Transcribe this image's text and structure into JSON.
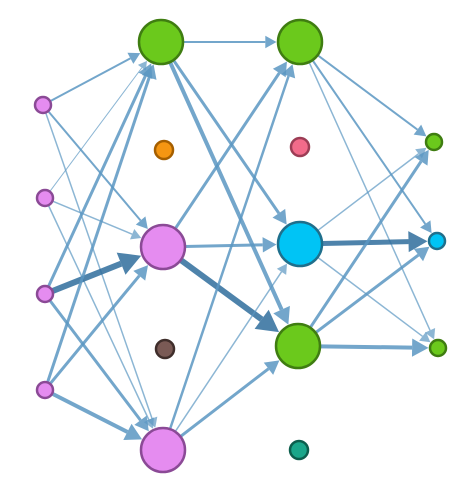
{
  "diagram": {
    "type": "network-graph",
    "edge_color": "#5b97c2",
    "edge_color_dark": "#2f6d9c",
    "nodes": [
      {
        "id": "i1",
        "size": "small",
        "fill": "#e58cf0",
        "stroke": "#8b4a96"
      },
      {
        "id": "i2",
        "size": "small",
        "fill": "#e58cf0",
        "stroke": "#8b4a96"
      },
      {
        "id": "i3",
        "size": "small",
        "fill": "#e58cf0",
        "stroke": "#8b4a96"
      },
      {
        "id": "i4",
        "size": "small",
        "fill": "#e58cf0",
        "stroke": "#8b4a96"
      },
      {
        "id": "h1a",
        "size": "large",
        "fill": "#6bc91c",
        "stroke": "#3f7d11"
      },
      {
        "id": "h1b",
        "size": "large",
        "fill": "#e58cf0",
        "stroke": "#8b4a96"
      },
      {
        "id": "h1c",
        "size": "large",
        "fill": "#e58cf0",
        "stroke": "#8b4a96"
      },
      {
        "id": "h2a",
        "size": "large",
        "fill": "#6bc91c",
        "stroke": "#3f7d11"
      },
      {
        "id": "h2b",
        "size": "large",
        "fill": "#00c4f5",
        "stroke": "#1f6f8c"
      },
      {
        "id": "h2c",
        "size": "large",
        "fill": "#6bc91c",
        "stroke": "#3f7d11"
      },
      {
        "id": "o1",
        "size": "small",
        "fill": "#6bc91c",
        "stroke": "#3f7d11"
      },
      {
        "id": "o2",
        "size": "small",
        "fill": "#00c4f5",
        "stroke": "#1f6f8c"
      },
      {
        "id": "o3",
        "size": "small",
        "fill": "#6bc91c",
        "stroke": "#3f7d11"
      },
      {
        "id": "u1",
        "size": "medium",
        "fill": "#f59612",
        "stroke": "#a55f00"
      },
      {
        "id": "u2",
        "size": "medium",
        "fill": "#f26b8a",
        "stroke": "#9c3d55"
      },
      {
        "id": "u3",
        "size": "medium",
        "fill": "#7a5a55",
        "stroke": "#3f2e2b"
      },
      {
        "id": "u4",
        "size": "medium",
        "fill": "#1aa68a",
        "stroke": "#0c5e4d"
      }
    ],
    "edges": [
      {
        "from": "i1",
        "to": "h1a",
        "weight": 2
      },
      {
        "from": "i1",
        "to": "h1b",
        "weight": 2
      },
      {
        "from": "i1",
        "to": "h1c",
        "weight": 1.5
      },
      {
        "from": "i2",
        "to": "h1a",
        "weight": 1
      },
      {
        "from": "i2",
        "to": "h1b",
        "weight": 1.5
      },
      {
        "from": "i2",
        "to": "h1c",
        "weight": 1.5
      },
      {
        "from": "i3",
        "to": "h1a",
        "weight": 3
      },
      {
        "from": "i3",
        "to": "h1b",
        "weight": 6,
        "dark": true
      },
      {
        "from": "i3",
        "to": "h1c",
        "weight": 3
      },
      {
        "from": "i4",
        "to": "h1a",
        "weight": 3
      },
      {
        "from": "i4",
        "to": "h1b",
        "weight": 3
      },
      {
        "from": "i4",
        "to": "h1c",
        "weight": 4
      },
      {
        "from": "h1a",
        "to": "h2a",
        "weight": 2
      },
      {
        "from": "h1a",
        "to": "h2b",
        "weight": 3
      },
      {
        "from": "h1a",
        "to": "h2c",
        "weight": 4
      },
      {
        "from": "h1b",
        "to": "h2a",
        "weight": 3
      },
      {
        "from": "h1b",
        "to": "h2b",
        "weight": 3
      },
      {
        "from": "h1b",
        "to": "h2c",
        "weight": 6,
        "dark": true
      },
      {
        "from": "h1c",
        "to": "h2a",
        "weight": 2.5
      },
      {
        "from": "h1c",
        "to": "h2b",
        "weight": 1.5
      },
      {
        "from": "h1c",
        "to": "h2c",
        "weight": 3
      },
      {
        "from": "h2a",
        "to": "o1",
        "weight": 2
      },
      {
        "from": "h2a",
        "to": "o2",
        "weight": 2
      },
      {
        "from": "h2a",
        "to": "o3",
        "weight": 1.5
      },
      {
        "from": "h2b",
        "to": "o1",
        "weight": 1.5
      },
      {
        "from": "h2b",
        "to": "o2",
        "weight": 5,
        "dark": true
      },
      {
        "from": "h2b",
        "to": "o3",
        "weight": 1.5
      },
      {
        "from": "h2c",
        "to": "o1",
        "weight": 3
      },
      {
        "from": "h2c",
        "to": "o2",
        "weight": 3
      },
      {
        "from": "h2c",
        "to": "o3",
        "weight": 4
      }
    ]
  }
}
